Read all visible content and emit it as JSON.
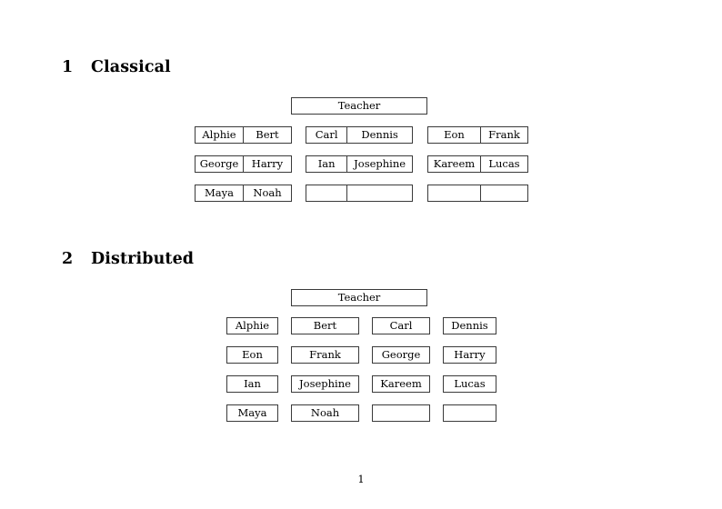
{
  "document": {
    "page_number": "1"
  },
  "sections": [
    {
      "number": "1",
      "title": "Classical",
      "teacher_label": "Teacher",
      "layout": "grouped-desks",
      "rows": [
        [
          [
            "Alphie",
            "Bert"
          ],
          [
            "Carl",
            "Dennis"
          ],
          [
            "Eon",
            "Frank"
          ]
        ],
        [
          [
            "George",
            "Harry"
          ],
          [
            "Ian",
            "Josephine"
          ],
          [
            "Kareem",
            "Lucas"
          ]
        ],
        [
          [
            "Maya",
            "Noah"
          ],
          [
            "",
            ""
          ],
          [
            "",
            ""
          ]
        ]
      ]
    },
    {
      "number": "2",
      "title": "Distributed",
      "teacher_label": "Teacher",
      "layout": "separate-desks",
      "rows": [
        [
          "Alphie",
          "Bert",
          "Carl",
          "Dennis"
        ],
        [
          "Eon",
          "Frank",
          "George",
          "Harry"
        ],
        [
          "Ian",
          "Josephine",
          "Kareem",
          "Lucas"
        ],
        [
          "Maya",
          "Noah",
          "",
          ""
        ]
      ]
    }
  ]
}
